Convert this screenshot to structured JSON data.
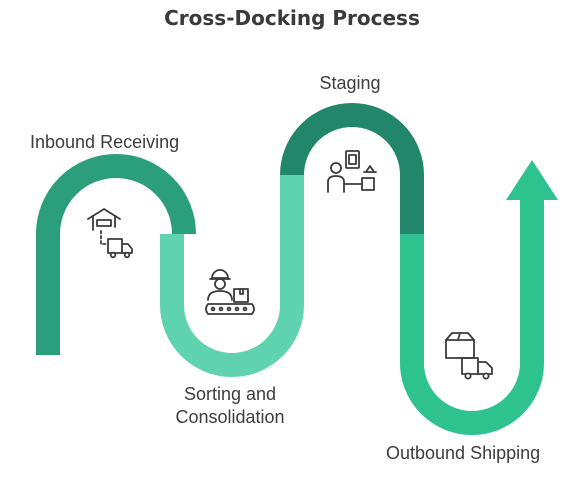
{
  "title": "Cross-Docking Process",
  "steps": [
    {
      "label": "Inbound Receiving",
      "icon": "warehouse-truck-icon"
    },
    {
      "label": "Sorting and",
      "label2": "Consolidation",
      "icon": "worker-conveyor-icon"
    },
    {
      "label": "Staging",
      "icon": "person-package-icon"
    },
    {
      "label": "Outbound Shipping",
      "icon": "box-truck-icon"
    }
  ],
  "colors": {
    "inbound": "#2b9e7c",
    "sorting": "#5fd3b0",
    "staging": "#22866a",
    "outbound": "#2ec28f",
    "text": "#3d3d3d",
    "icon": "#3b3b3b"
  }
}
